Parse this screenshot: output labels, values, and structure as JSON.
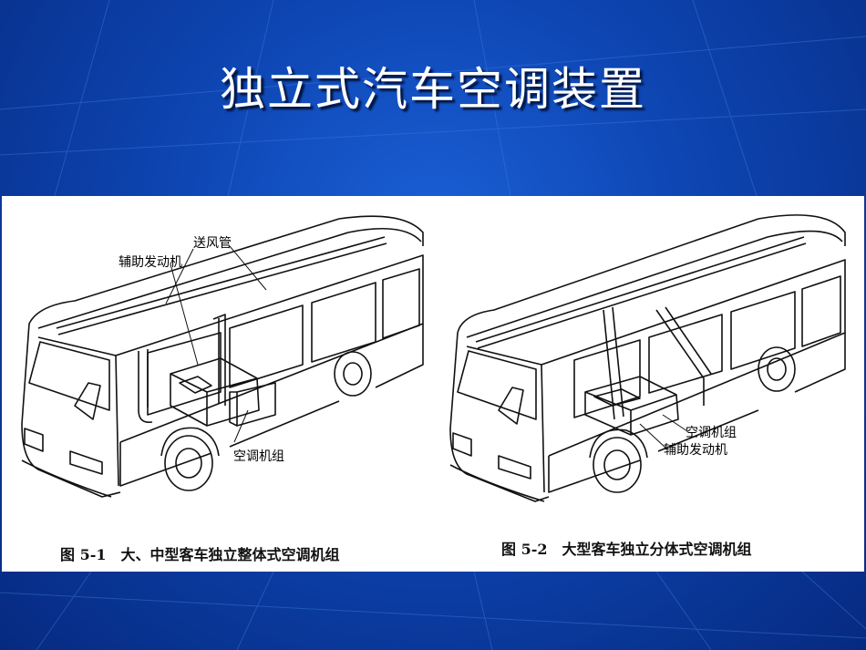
{
  "slide": {
    "title": "独立式汽车空调装置"
  },
  "figures": [
    {
      "labels": {
        "duct": "送风管",
        "aux_engine": "辅助发动机",
        "ac_unit": "空调机组"
      },
      "caption": "图 5-1　大、中型客车独立整体式空调机组"
    },
    {
      "labels": {
        "ac_unit": "空调机组",
        "aux_engine": "辅助发动机"
      },
      "caption": "图 5-2　大型客车独立分体式空调机组"
    }
  ],
  "colors": {
    "background": "#0d44b0",
    "title_text": "#ffffff",
    "panel": "#ffffff"
  }
}
